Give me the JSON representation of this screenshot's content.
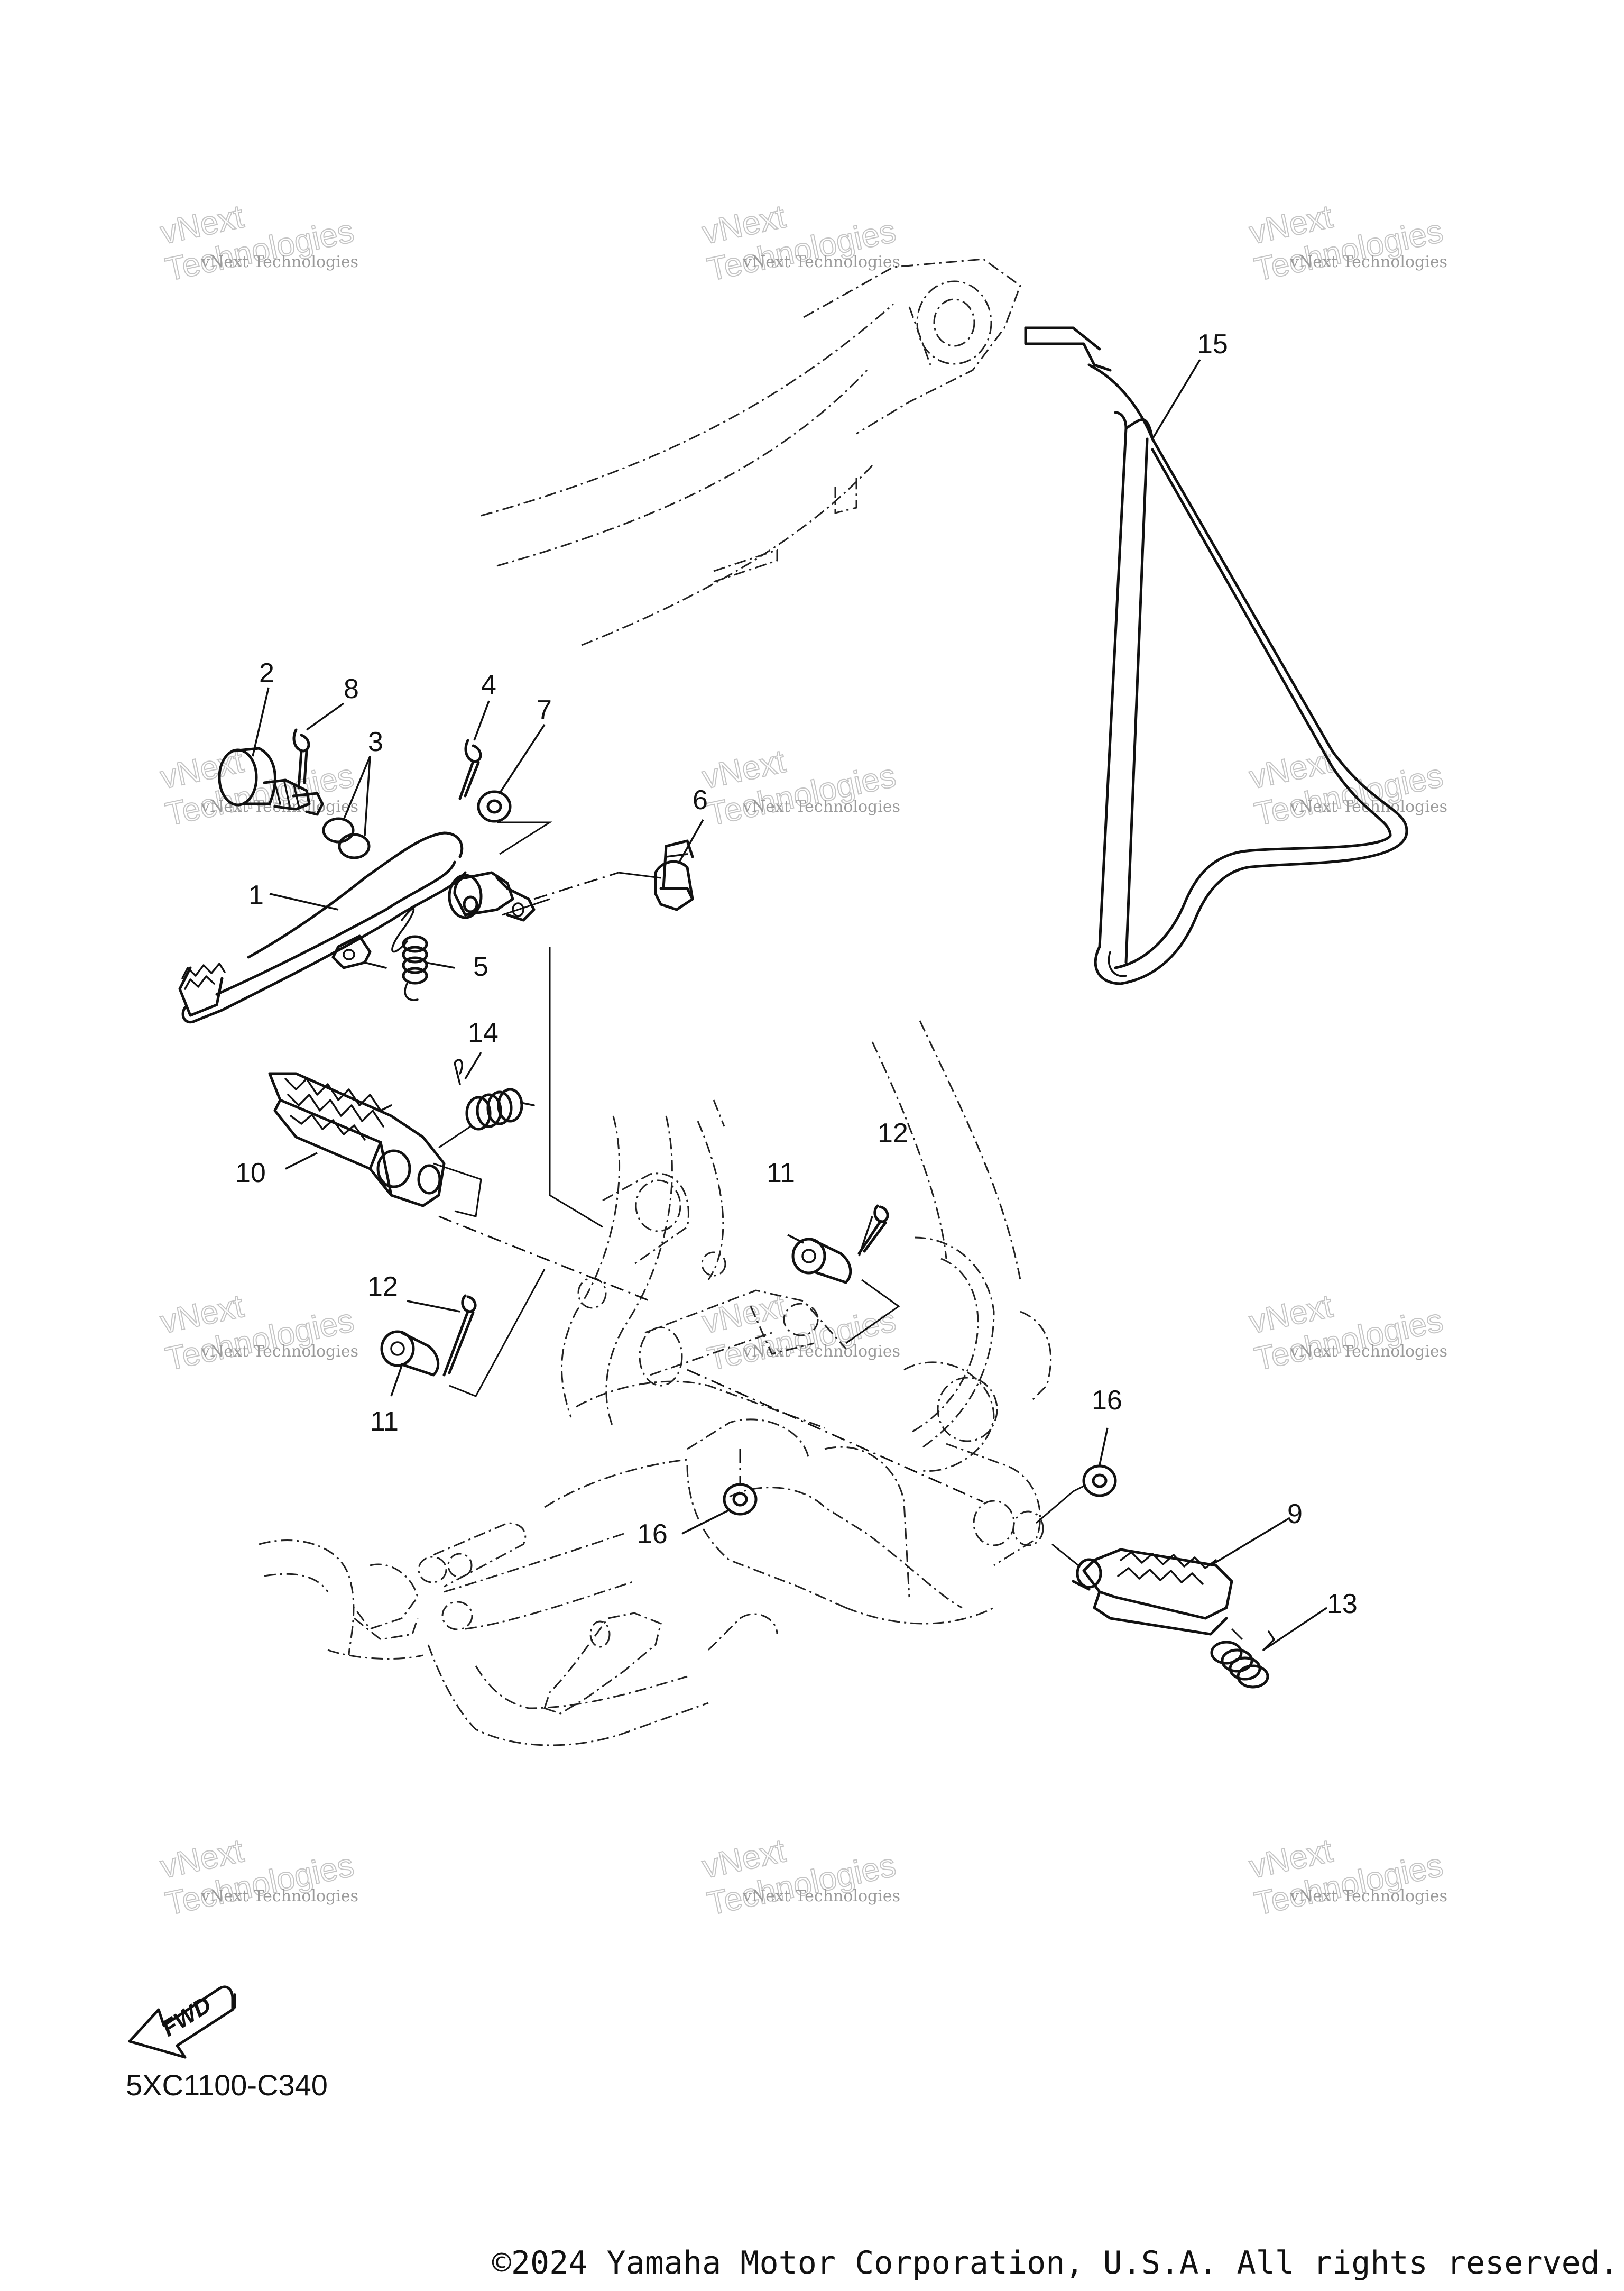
{
  "diagram": {
    "code": "5XC1100-C340",
    "copyright": "©2024 Yamaha Motor Corporation, U.S.A. All rights reserved.",
    "fwd_label": "FWD",
    "callouts": {
      "c1": "1",
      "c2": "2",
      "c3": "3",
      "c4": "4",
      "c5": "5",
      "c6": "6",
      "c7": "7",
      "c8": "8",
      "c9": "9",
      "c10": "10",
      "c11a": "11",
      "c11b": "11",
      "c12a": "12",
      "c12b": "12",
      "c13": "13",
      "c14": "14",
      "c15": "15",
      "c16a": "16",
      "c16b": "16"
    },
    "watermark": {
      "line1": "vNext Technologies",
      "line2": "vNext",
      "line3": "Technologies"
    }
  }
}
